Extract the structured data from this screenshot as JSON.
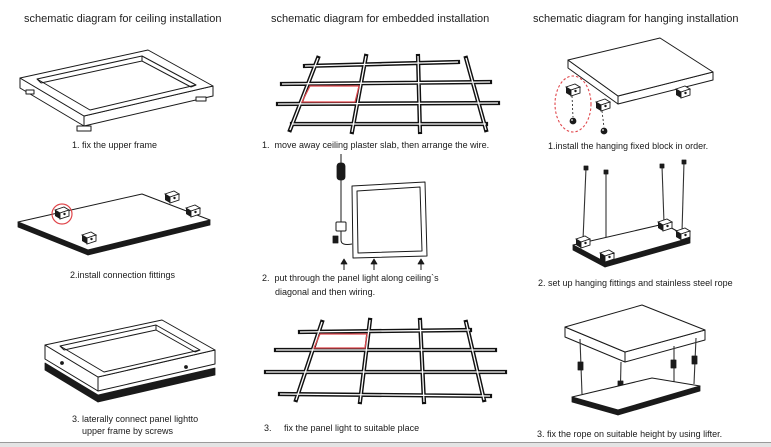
{
  "columns": [
    {
      "title": "schematic diagram for ceiling installation",
      "steps": [
        {
          "caption": [
            "1. fix the upper frame"
          ]
        },
        {
          "caption": [
            "2.install connection fittings"
          ]
        },
        {
          "caption": [
            "3. laterally connect panel lightto",
            "upper frame by screws"
          ]
        }
      ]
    },
    {
      "title": "schematic diagram for embedded installation",
      "steps": [
        {
          "caption": [
            "1.  move away ceiling plaster slab, then arrange the wire."
          ]
        },
        {
          "caption": [
            "2.  put through the panel light along ceiling`s",
            "diagonal and then wiring."
          ]
        },
        {
          "caption": [
            "3.     fix the panel light to suitable place"
          ]
        }
      ]
    },
    {
      "title": "schematic diagram for hanging installation",
      "steps": [
        {
          "caption": [
            "1.install the hanging fixed block in order."
          ]
        },
        {
          "caption": [
            "2. set up hanging fittings and stainless steel rope"
          ]
        },
        {
          "caption": [
            "3. fix the rope on suitable height by using lifter."
          ]
        }
      ]
    }
  ],
  "colors": {
    "ink": "#1a1a1a",
    "highlight": "#e0474c",
    "background": "#ffffff"
  }
}
